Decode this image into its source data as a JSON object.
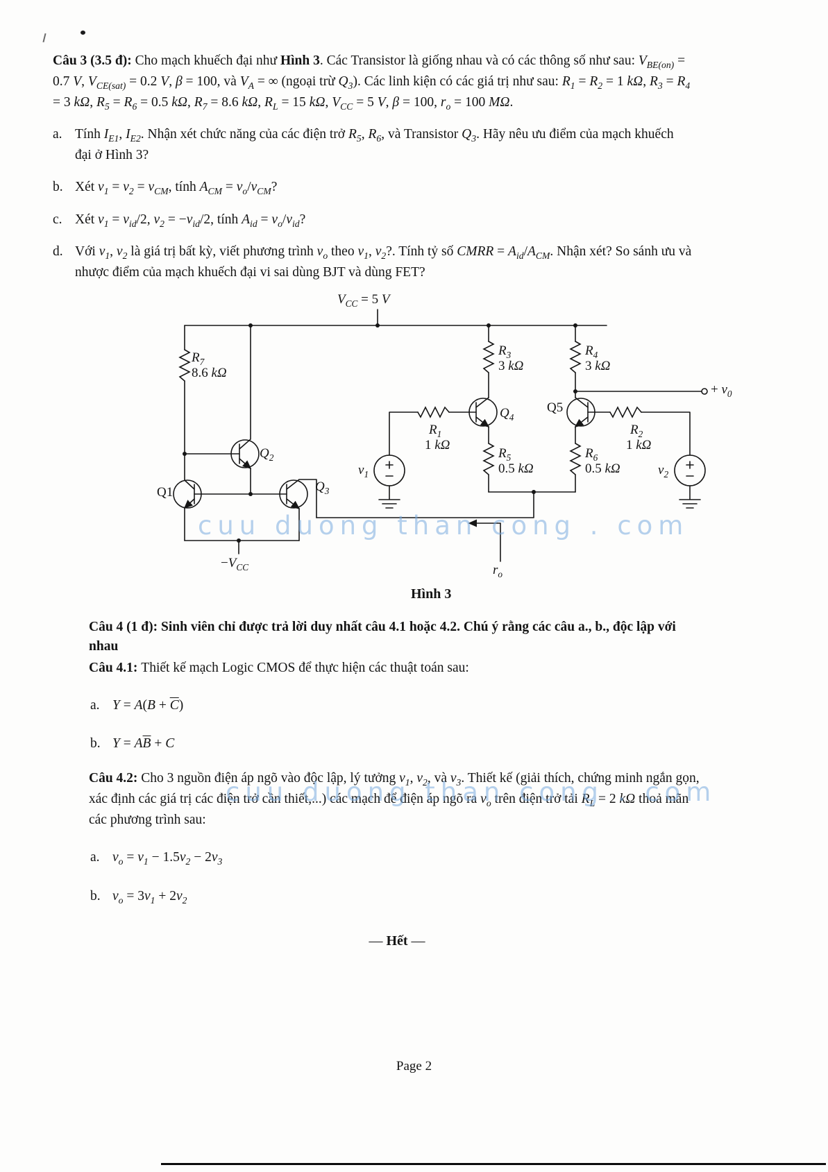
{
  "watermark": {
    "text": "cuu duong than cong . com"
  },
  "cau3": {
    "intro": [
      {
        "t": "Câu 3 (3.5 đ): ",
        "b": 1
      },
      {
        "t": "Cho mạch khuếch đại như "
      },
      {
        "t": "Hình 3",
        "b": 1
      },
      {
        "t": ". Các Transistor là giống nhau và có các thông số như sau: "
      },
      {
        "t": "V",
        "i": 1
      },
      {
        "sub": "BE(on)",
        "i": 1
      },
      {
        "t": " = 0.7 "
      },
      {
        "t": "V",
        "i": 1
      },
      {
        "t": ", "
      },
      {
        "t": "V",
        "i": 1
      },
      {
        "sub": "CE(sat)",
        "i": 1
      },
      {
        "t": " = 0.2 "
      },
      {
        "t": "V",
        "i": 1
      },
      {
        "t": ", "
      },
      {
        "t": "β",
        "i": 1
      },
      {
        "t": " = 100, và "
      },
      {
        "t": "V",
        "i": 1
      },
      {
        "sub": "A",
        "i": 1
      },
      {
        "t": " = ∞ (ngoại trừ "
      },
      {
        "t": "Q",
        "i": 1
      },
      {
        "sub": "3",
        "i": 1
      },
      {
        "t": "). Các linh kiện có các giá trị như sau: "
      },
      {
        "t": "R",
        "i": 1
      },
      {
        "sub": "1",
        "i": 1
      },
      {
        "t": " = "
      },
      {
        "t": "R",
        "i": 1
      },
      {
        "sub": "2",
        "i": 1
      },
      {
        "t": " = 1 "
      },
      {
        "t": "kΩ",
        "i": 1
      },
      {
        "t": ", "
      },
      {
        "t": "R",
        "i": 1
      },
      {
        "sub": "3",
        "i": 1
      },
      {
        "t": " = "
      },
      {
        "t": "R",
        "i": 1
      },
      {
        "sub": "4",
        "i": 1
      },
      {
        "t": " = 3 "
      },
      {
        "t": "kΩ",
        "i": 1
      },
      {
        "t": ", "
      },
      {
        "t": "R",
        "i": 1
      },
      {
        "sub": "5",
        "i": 1
      },
      {
        "t": " = "
      },
      {
        "t": "R",
        "i": 1
      },
      {
        "sub": "6",
        "i": 1
      },
      {
        "t": " = 0.5 "
      },
      {
        "t": "kΩ",
        "i": 1
      },
      {
        "t": ", "
      },
      {
        "t": "R",
        "i": 1
      },
      {
        "sub": "7",
        "i": 1
      },
      {
        "t": " = 8.6 "
      },
      {
        "t": "kΩ",
        "i": 1
      },
      {
        "t": ", "
      },
      {
        "t": "R",
        "i": 1
      },
      {
        "sub": "L",
        "i": 1
      },
      {
        "t": " = 15 "
      },
      {
        "t": "kΩ",
        "i": 1
      },
      {
        "t": ", "
      },
      {
        "t": "V",
        "i": 1
      },
      {
        "sub": "CC",
        "i": 1
      },
      {
        "t": " = 5 "
      },
      {
        "t": "V",
        "i": 1
      },
      {
        "t": ", "
      },
      {
        "t": "β",
        "i": 1
      },
      {
        "t": " = 100, "
      },
      {
        "t": "r",
        "i": 1
      },
      {
        "sub": "o",
        "i": 1
      },
      {
        "t": " = 100 "
      },
      {
        "t": "MΩ",
        "i": 1
      },
      {
        "t": "."
      }
    ],
    "items": [
      {
        "label": "a.",
        "text": [
          {
            "t": "Tính "
          },
          {
            "t": "I",
            "i": 1
          },
          {
            "sub": "E1",
            "i": 1
          },
          {
            "t": ", "
          },
          {
            "t": "I",
            "i": 1
          },
          {
            "sub": "E2",
            "i": 1
          },
          {
            "t": ". Nhận xét chức năng của các điện trở "
          },
          {
            "t": "R",
            "i": 1
          },
          {
            "sub": "5",
            "i": 1
          },
          {
            "t": ", "
          },
          {
            "t": "R",
            "i": 1
          },
          {
            "sub": "6",
            "i": 1
          },
          {
            "t": ", và Transistor "
          },
          {
            "t": "Q",
            "i": 1
          },
          {
            "sub": "3",
            "i": 1
          },
          {
            "t": ". Hãy nêu ưu điểm của mạch khuếch đại ở Hình 3?"
          }
        ]
      },
      {
        "label": "b.",
        "text": [
          {
            "t": "Xét "
          },
          {
            "t": "v",
            "i": 1
          },
          {
            "sub": "1",
            "i": 1
          },
          {
            "t": " = "
          },
          {
            "t": "v",
            "i": 1
          },
          {
            "sub": "2",
            "i": 1
          },
          {
            "t": " = "
          },
          {
            "t": "v",
            "i": 1
          },
          {
            "sub": "CM",
            "i": 1
          },
          {
            "t": ", tính "
          },
          {
            "t": "A",
            "i": 1
          },
          {
            "sub": "CM",
            "i": 1
          },
          {
            "t": " = "
          },
          {
            "t": "v",
            "i": 1
          },
          {
            "sub": "o",
            "i": 1
          },
          {
            "t": "/"
          },
          {
            "t": "v",
            "i": 1
          },
          {
            "sub": "CM",
            "i": 1
          },
          {
            "t": "?"
          }
        ]
      },
      {
        "label": "c.",
        "text": [
          {
            "t": "Xét "
          },
          {
            "t": "v",
            "i": 1
          },
          {
            "sub": "1",
            "i": 1
          },
          {
            "t": " = "
          },
          {
            "t": "v",
            "i": 1
          },
          {
            "sub": "id",
            "i": 1
          },
          {
            "t": "/2, "
          },
          {
            "t": "v",
            "i": 1
          },
          {
            "sub": "2",
            "i": 1
          },
          {
            "t": " = −"
          },
          {
            "t": "v",
            "i": 1
          },
          {
            "sub": "id",
            "i": 1
          },
          {
            "t": "/2, tính "
          },
          {
            "t": "A",
            "i": 1
          },
          {
            "sub": "id",
            "i": 1
          },
          {
            "t": " = "
          },
          {
            "t": "v",
            "i": 1
          },
          {
            "sub": "o",
            "i": 1
          },
          {
            "t": "/"
          },
          {
            "t": "v",
            "i": 1
          },
          {
            "sub": "id",
            "i": 1
          },
          {
            "t": "?"
          }
        ]
      },
      {
        "label": "d.",
        "text": [
          {
            "t": "Với "
          },
          {
            "t": "v",
            "i": 1
          },
          {
            "sub": "1",
            "i": 1
          },
          {
            "t": ", "
          },
          {
            "t": "v",
            "i": 1
          },
          {
            "sub": "2",
            "i": 1
          },
          {
            "t": " là giá trị bất kỳ, viết phương trình "
          },
          {
            "t": "v",
            "i": 1
          },
          {
            "sub": "o",
            "i": 1
          },
          {
            "t": " theo "
          },
          {
            "t": "v",
            "i": 1
          },
          {
            "sub": "1",
            "i": 1
          },
          {
            "t": ", "
          },
          {
            "t": "v",
            "i": 1
          },
          {
            "sub": "2",
            "i": 1
          },
          {
            "t": "?. Tính tỷ số "
          },
          {
            "t": "CMRR",
            "i": 1
          },
          {
            "t": " = "
          },
          {
            "t": "A",
            "i": 1
          },
          {
            "sub": "id",
            "i": 1
          },
          {
            "t": "/"
          },
          {
            "t": "A",
            "i": 1
          },
          {
            "sub": "CM",
            "i": 1
          },
          {
            "t": ". Nhận xét? So sánh ưu và nhược điểm của mạch khuếch đại vi sai dùng BJT và dùng FET?"
          }
        ]
      }
    ]
  },
  "figure": {
    "caption": "Hình 3",
    "labels": {
      "vcc": [
        {
          "t": "V",
          "i": 1
        },
        {
          "sub": "CC",
          "i": 1
        },
        {
          "t": " = 5 "
        },
        {
          "t": "V",
          "i": 1
        }
      ],
      "r7_name": [
        {
          "t": "R",
          "i": 1
        },
        {
          "sub": "7",
          "i": 1
        }
      ],
      "r7_val": [
        {
          "t": "8.6 "
        },
        {
          "t": "kΩ",
          "i": 1
        }
      ],
      "r3_name": [
        {
          "t": "R",
          "i": 1
        },
        {
          "sub": "3",
          "i": 1
        }
      ],
      "r3_val": [
        {
          "t": "3 "
        },
        {
          "t": "kΩ",
          "i": 1
        }
      ],
      "r4_name": [
        {
          "t": "R",
          "i": 1
        },
        {
          "sub": "4",
          "i": 1
        }
      ],
      "r4_val": [
        {
          "t": "3 "
        },
        {
          "t": "kΩ",
          "i": 1
        }
      ],
      "r1_name": [
        {
          "t": "R",
          "i": 1
        },
        {
          "sub": "1",
          "i": 1
        }
      ],
      "r1_val": [
        {
          "t": "1 "
        },
        {
          "t": "kΩ",
          "i": 1
        }
      ],
      "r2_name": [
        {
          "t": "R",
          "i": 1
        },
        {
          "sub": "2",
          "i": 1
        }
      ],
      "r2_val": [
        {
          "t": "1 "
        },
        {
          "t": "kΩ",
          "i": 1
        }
      ],
      "r5_name": [
        {
          "t": "R",
          "i": 1
        },
        {
          "sub": "5",
          "i": 1
        }
      ],
      "r5_val": [
        {
          "t": "0.5 "
        },
        {
          "t": "kΩ",
          "i": 1
        }
      ],
      "r6_name": [
        {
          "t": "R",
          "i": 1
        },
        {
          "sub": "6",
          "i": 1
        }
      ],
      "r6_val": [
        {
          "t": "0.5 "
        },
        {
          "t": "kΩ",
          "i": 1
        }
      ],
      "q1": [
        {
          "t": "Q1"
        }
      ],
      "q2": [
        {
          "t": "Q",
          "i": 1
        },
        {
          "sub": "2",
          "i": 1
        }
      ],
      "q3": [
        {
          "t": "Q",
          "i": 1
        },
        {
          "sub": "3",
          "i": 1
        }
      ],
      "q4": [
        {
          "t": "Q",
          "i": 1
        },
        {
          "sub": "4",
          "i": 1
        }
      ],
      "q5": [
        {
          "t": "Q5"
        }
      ],
      "v1": [
        {
          "t": "v",
          "i": 1
        },
        {
          "sub": "1",
          "i": 1
        }
      ],
      "v2": [
        {
          "t": "v",
          "i": 1
        },
        {
          "sub": "2",
          "i": 1
        }
      ],
      "neg_vcc": [
        {
          "t": "−"
        },
        {
          "t": "V",
          "i": 1
        },
        {
          "sub": "CC",
          "i": 1
        }
      ],
      "vout": [
        {
          "t": "+ "
        },
        {
          "t": "v",
          "i": 1
        },
        {
          "sub": "0",
          "i": 1
        }
      ],
      "ro": [
        {
          "t": "r",
          "i": 1
        },
        {
          "sub": "o",
          "i": 1
        }
      ]
    }
  },
  "cau4": {
    "heading": [
      {
        "t": "Câu 4 (1 đ): Sinh viên chỉ được trả lời duy nhất câu 4.1 hoặc 4.2. Chú ý rằng các câu a., b., độc lập với nhau",
        "b": 1
      }
    ],
    "c41": [
      {
        "t": "Câu 4.1: ",
        "b": 1
      },
      {
        "t": "Thiết kế mạch Logic CMOS để thực hiện các thuật toán sau:"
      }
    ],
    "eq41": [
      {
        "label": "a.",
        "text": [
          {
            "t": "Y",
            "i": 1
          },
          {
            "t": " = "
          },
          {
            "t": "A",
            "i": 1
          },
          {
            "t": "("
          },
          {
            "t": "B",
            "i": 1
          },
          {
            "t": " + "
          },
          {
            "t": "C",
            "i": 1,
            "ov": 1
          },
          {
            "t": ")"
          }
        ]
      },
      {
        "label": "b.",
        "text": [
          {
            "t": "Y",
            "i": 1
          },
          {
            "t": " = "
          },
          {
            "t": "A",
            "i": 1
          },
          {
            "t": "B",
            "i": 1,
            "ov": 1
          },
          {
            "t": " + "
          },
          {
            "t": "C",
            "i": 1
          }
        ]
      }
    ],
    "c42": [
      {
        "t": "Câu 4.2: ",
        "b": 1
      },
      {
        "t": "Cho 3 nguồn điện áp ngõ vào độc lập, lý tưởng "
      },
      {
        "t": "v",
        "i": 1
      },
      {
        "sub": "1",
        "i": 1
      },
      {
        "t": ", "
      },
      {
        "t": "v",
        "i": 1
      },
      {
        "sub": "2",
        "i": 1
      },
      {
        "t": ", và "
      },
      {
        "t": "v",
        "i": 1
      },
      {
        "sub": "3",
        "i": 1
      },
      {
        "t": ". Thiết kế (giải thích, chứng minh ngắn gọn, xác định các giá trị các điện trở cần thiết,...) các mạch để điện áp ngõ ra "
      },
      {
        "t": "v",
        "i": 1
      },
      {
        "sub": "o",
        "i": 1
      },
      {
        "t": " trên điện trở tải "
      },
      {
        "t": "R",
        "i": 1
      },
      {
        "sub": "L",
        "i": 1
      },
      {
        "t": " = 2 "
      },
      {
        "t": "kΩ",
        "i": 1
      },
      {
        "t": " thoả mãn các phương trình sau:"
      }
    ],
    "eq42": [
      {
        "label": "a.",
        "text": [
          {
            "t": "v",
            "i": 1
          },
          {
            "sub": "o",
            "i": 1
          },
          {
            "t": " = "
          },
          {
            "t": "v",
            "i": 1
          },
          {
            "sub": "1",
            "i": 1
          },
          {
            "t": " − 1.5"
          },
          {
            "t": "v",
            "i": 1
          },
          {
            "sub": "2",
            "i": 1
          },
          {
            "t": " − 2"
          },
          {
            "t": "v",
            "i": 1
          },
          {
            "sub": "3",
            "i": 1
          }
        ]
      },
      {
        "label": "b.",
        "text": [
          {
            "t": "v",
            "i": 1
          },
          {
            "sub": "o",
            "i": 1
          },
          {
            "t": " = 3"
          },
          {
            "t": "v",
            "i": 1
          },
          {
            "sub": "1",
            "i": 1
          },
          {
            "t": " + 2"
          },
          {
            "t": "v",
            "i": 1
          },
          {
            "sub": "2",
            "i": 1
          }
        ]
      }
    ]
  },
  "footer": {
    "het": [
      {
        "t": "–– "
      },
      {
        "t": "Hết",
        "b": 1
      },
      {
        "t": " ––"
      }
    ],
    "page_number": "Page 2"
  }
}
